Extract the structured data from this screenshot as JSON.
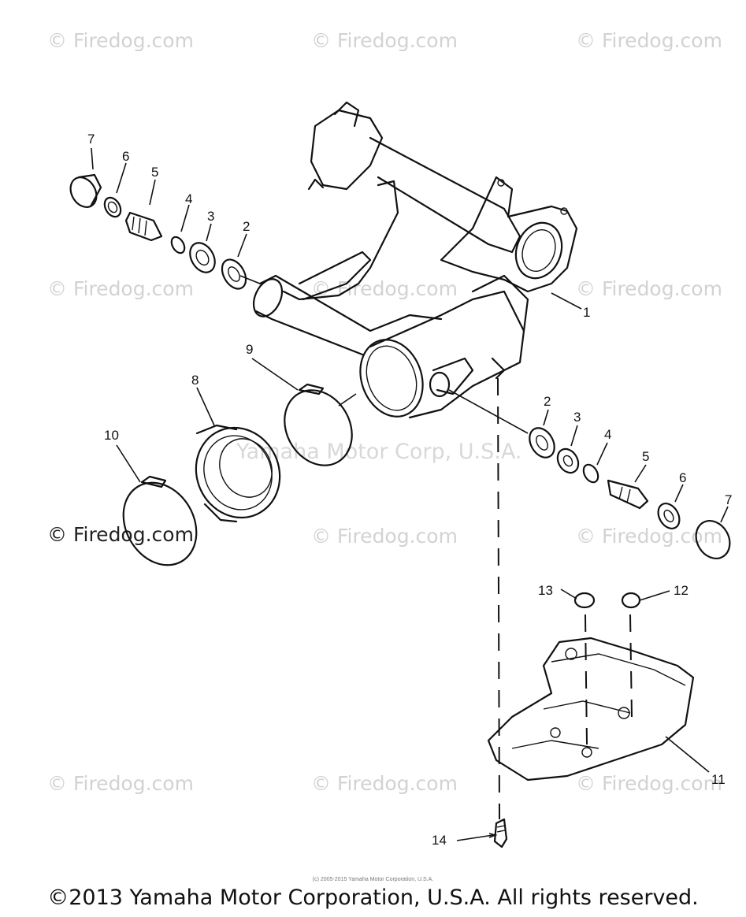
{
  "watermarks": {
    "r1c1": "© Firedog.com",
    "r1c2": "© Firedog.com",
    "r1c3": "© Firedog.com",
    "r2c1": "© Firedog.com",
    "r2c2": "© Firedog.com",
    "r2c3": "© Firedog.com",
    "r3c1": "© Firedog.com",
    "r3c2": "© Firedog.com",
    "r3c3": "© Firedog.com",
    "r4c1": "© Firedog.com",
    "r4c2": "© Firedog.com",
    "r4c3": "© Firedog.com",
    "center": "Yamaha Motor Corp, U.S.A."
  },
  "callouts": {
    "c1": "1",
    "c2a": "2",
    "c2b": "2",
    "c3a": "3",
    "c3b": "3",
    "c4a": "4",
    "c4b": "4",
    "c5a": "5",
    "c5b": "5",
    "c6a": "6",
    "c6b": "6",
    "c7a": "7",
    "c7b": "7",
    "c8": "8",
    "c9": "9",
    "c10": "10",
    "c11": "11",
    "c12": "12",
    "c13": "13",
    "c14": "14"
  },
  "footer": {
    "small_print": "(c) 2005-2015 Yamaha Motor Corporation, U.S.A.",
    "copyright": "©2013 Yamaha Motor Corporation, U.S.A. All rights reserved."
  }
}
